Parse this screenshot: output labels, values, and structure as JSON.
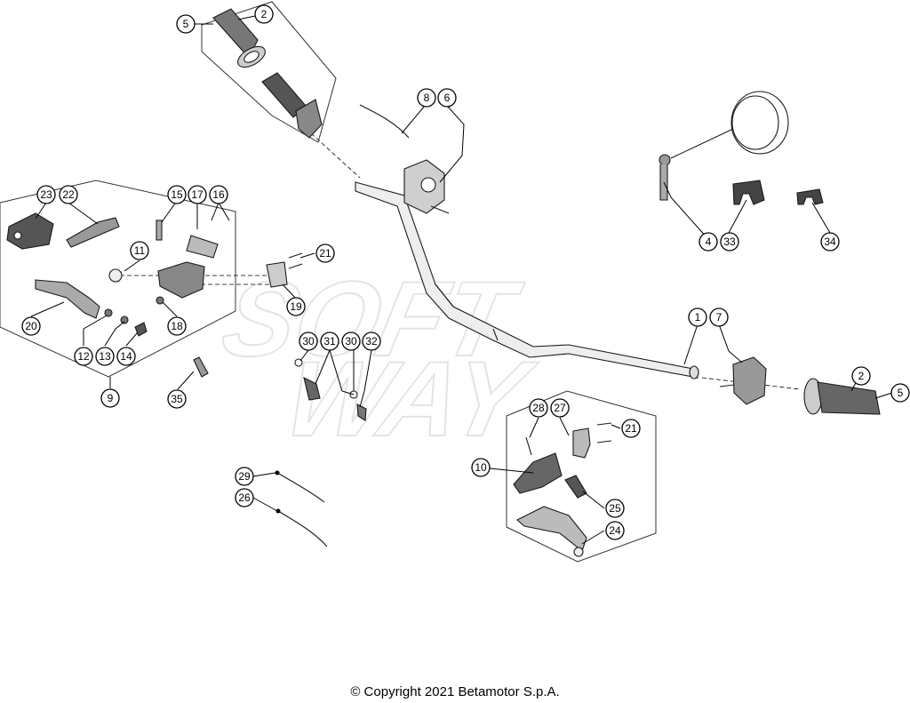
{
  "callouts": {
    "c1": "1",
    "c2a": "2",
    "c2b": "2",
    "c4": "4",
    "c5a": "5",
    "c5b": "5",
    "c6": "6",
    "c7": "7",
    "c8": "8",
    "c9": "9",
    "c10": "10",
    "c11": "11",
    "c12": "12",
    "c13": "13",
    "c14": "14",
    "c15": "15",
    "c16": "16",
    "c17": "17",
    "c18": "18",
    "c19": "19",
    "c20": "20",
    "c21a": "21",
    "c21b": "21",
    "c22": "22",
    "c23": "23",
    "c24": "24",
    "c25": "25",
    "c26": "26",
    "c27": "27",
    "c28": "28",
    "c29": "29",
    "c30a": "30",
    "c30b": "30",
    "c31": "31",
    "c32": "32",
    "c33": "33",
    "c34": "34",
    "c35": "35"
  },
  "watermark": "SOFT WAY",
  "footer": {
    "copyright": "© Copyright 2021 Betamotor S.p.A."
  }
}
